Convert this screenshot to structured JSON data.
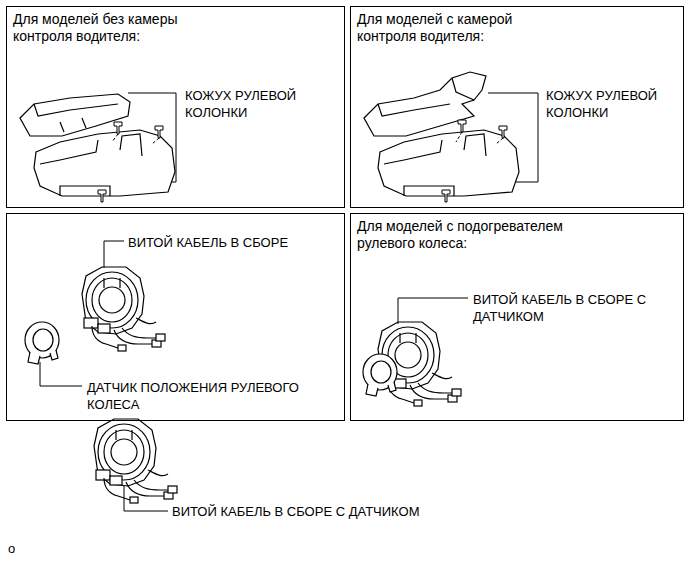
{
  "diagram": {
    "nodes": [
      {
        "text": [
          "Для моделей без камеры контроля водителя:",
          "КОЖУХ РУЛЕВОЙ КОЛОНКИ"
        ]
      },
      {
        "text": [
          "Для моделей с камерой контроля водителя:",
          "КОЖУХ РУЛЕВОЙ КОЛОНКИ"
        ]
      },
      {
        "text": [
          "ВИТОЙ КАБЕЛЬ В СБОРЕ",
          "ДАТЧИК ПОЛОЖЕНИЯ РУЛЕВОГО КОЛЕСА"
        ]
      },
      {
        "text": [
          "Для моделей с подогревателем рулевого колеса:",
          "ВИТОЙ КАБЕЛЬ В СБОРЕ С ДАТЧИКОМ"
        ]
      }
    ],
    "labels": [
      "ВИТОЙ КАБЕЛЬ В СБОРЕ С ДАТЧИКОМ",
      "o"
    ]
  }
}
